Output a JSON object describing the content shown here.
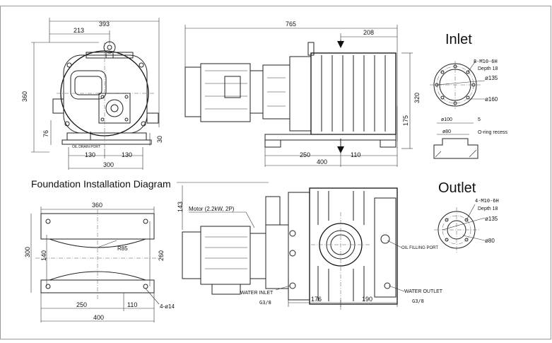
{
  "titles": {
    "inlet": "Inlet",
    "outlet": "Outlet",
    "foundation": "Foundation Installation Diagram"
  },
  "front_view": {
    "width_393": "393",
    "dim_213": "213",
    "height_360": "360",
    "dim_76": "76",
    "dim_30": "30",
    "dim_130_left": "130",
    "dim_130_right": "130",
    "dim_300": "300",
    "oil_drain_port": "OIL DRAIN PORT"
  },
  "side_view": {
    "length_765": "765",
    "dim_208": "208",
    "dim_320": "320",
    "dim_175": "175",
    "dim_250": "250",
    "dim_110": "110",
    "dim_400": "400"
  },
  "inlet_flange": {
    "bolts": "8-M10-6H",
    "depth": "Depth 18",
    "pcd": "ø135",
    "od": "ø160",
    "recess_d1": "ø100",
    "recess_d2": "ø80",
    "recess_depth": "5",
    "recess_label": "O-ring recess"
  },
  "outlet_flange": {
    "bolts": "4-M10-6H",
    "depth": "Depth 18",
    "pcd": "ø135",
    "bore": "ø80"
  },
  "foundation": {
    "width_360": "360",
    "height_300": "300",
    "dim_140": "140",
    "dim_260": "260",
    "radius": "R85",
    "dim_250": "250",
    "dim_110": "110",
    "dim_400": "400",
    "holes": "4-ø14"
  },
  "bottom_view": {
    "dim_143": "143",
    "motor": "Motor (2.2kW, 2P)",
    "oil_filling_port": "OIL FILLING PORT",
    "water_inlet": "WATER INLET",
    "water_inlet_size": "G3/8",
    "water_outlet": "WATER OUTLET",
    "water_outlet_size": "G3/8",
    "dim_176": "176",
    "dim_190": "190"
  }
}
